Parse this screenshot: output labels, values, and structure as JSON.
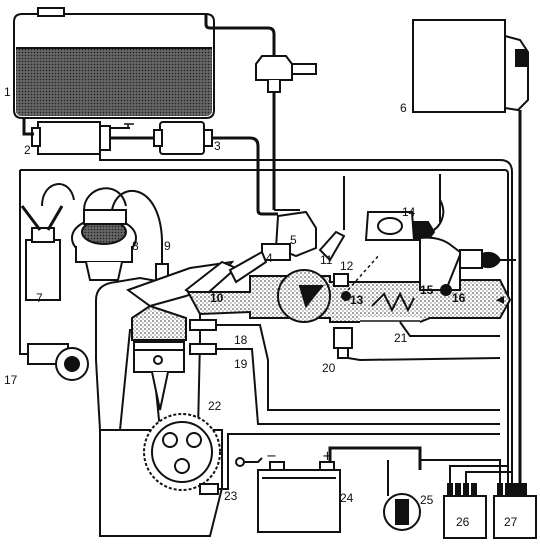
{
  "labels": {
    "l1": "1",
    "l2": "2",
    "l3": "3",
    "l4": "4",
    "l5": "5",
    "l6": "6",
    "l7": "7",
    "l8": "8",
    "l9": "9",
    "l10": "10",
    "l11": "11",
    "l12": "12",
    "l13": "13",
    "l14": "14",
    "l15": "15",
    "l16": "16",
    "l17": "17",
    "l18": "18",
    "l19": "19",
    "l20": "20",
    "l21": "21",
    "l22": "22",
    "l23": "23",
    "l24": "24",
    "l25": "25",
    "l26": "26",
    "l27": "27"
  },
  "symbols": {
    "battery_neg": "−",
    "battery_pos": "+"
  }
}
